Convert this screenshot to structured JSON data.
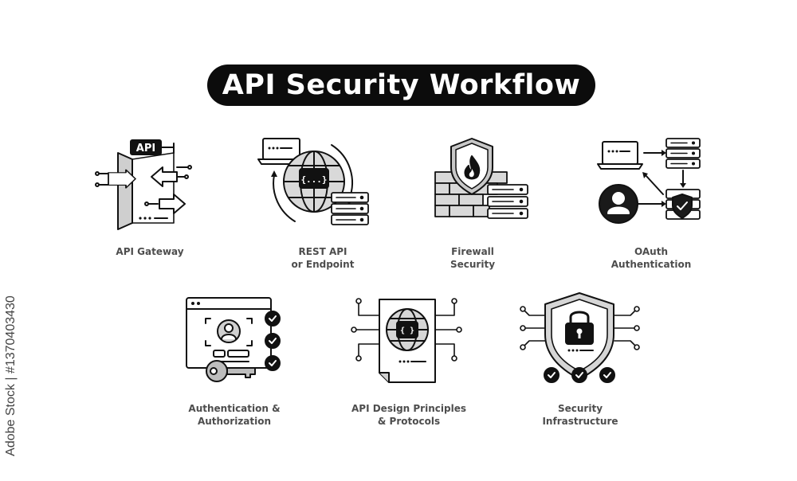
{
  "title": "API Security Workflow",
  "watermark": "Adobe Stock | #1370403430",
  "items": [
    {
      "lines": [
        "API Gateway"
      ],
      "icon": "api-gateway-icon"
    },
    {
      "lines": [
        "REST API",
        "or Endpoint"
      ],
      "icon": "rest-api-globe-icon"
    },
    {
      "lines": [
        "Firewall",
        "Security"
      ],
      "icon": "firewall-shield-icon"
    },
    {
      "lines": [
        "OAuth",
        "Authentication"
      ],
      "icon": "oauth-user-server-icon"
    },
    {
      "lines": [
        "Authentication &",
        "Authorization"
      ],
      "icon": "profile-key-check-icon"
    },
    {
      "lines": [
        "API Design Principles",
        "& Protocols"
      ],
      "icon": "document-globe-circuit-icon"
    },
    {
      "lines": [
        "Security",
        "Infrastructure"
      ],
      "icon": "shield-lock-circuit-icon"
    }
  ],
  "api_badge": "API",
  "braces": "{...}",
  "braces_small": "{ }",
  "colors": {
    "ink": "#111111",
    "fill_light": "#d6d6d6",
    "fill_mid": "#9a9a9a",
    "label": "#4d4d4d"
  }
}
